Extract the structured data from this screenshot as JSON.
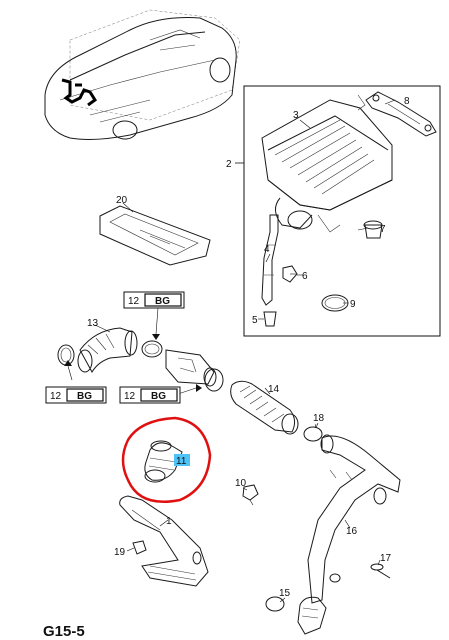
{
  "diagram": {
    "page_code": "G15-5",
    "callouts": {
      "c1": "1",
      "c2": "2",
      "c3": "3",
      "c4": "4",
      "c5": "5",
      "c6": "6",
      "c7": "7",
      "c8": "8",
      "c9": "9",
      "c10": "10",
      "c11": "11",
      "c13": "13",
      "c14": "14",
      "c15": "15",
      "c16": "16",
      "c17": "17",
      "c18": "18",
      "c19": "19",
      "c20": "20"
    },
    "refboxes": [
      {
        "num": "12",
        "code": "BG"
      },
      {
        "num": "12",
        "code": "BG"
      },
      {
        "num": "12",
        "code": "BG"
      }
    ],
    "highlight": {
      "part": "11",
      "outline_color": "#e01010",
      "label_bg": "#4fc3f7"
    }
  }
}
